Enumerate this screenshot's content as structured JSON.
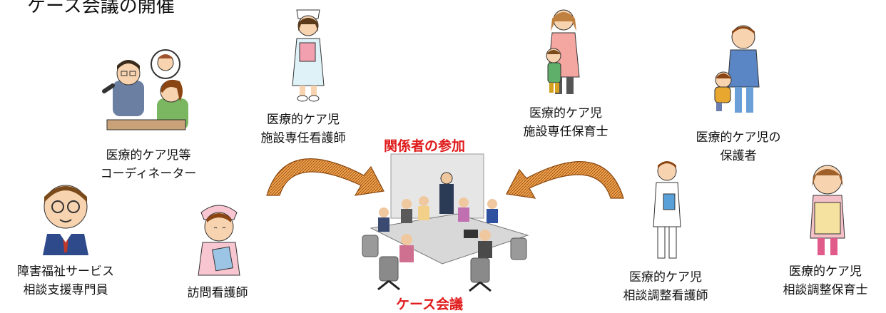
{
  "title": "ケース会議の開催",
  "participation_label": "関係者の参加",
  "meeting_label": "ケース会議",
  "participants": [
    {
      "lines": [
        "医療的ケア児等",
        "コーディネーター"
      ]
    },
    {
      "lines": [
        "医療的ケア児",
        "施設専任看護師"
      ]
    },
    {
      "lines": [
        "医療的ケア児",
        "施設専任保育士"
      ]
    },
    {
      "lines": [
        "医療的ケア児の",
        "保護者"
      ]
    },
    {
      "lines": [
        "障害福祉サービス",
        "相談支援専門員"
      ]
    },
    {
      "lines": [
        "訪問看護師"
      ]
    },
    {
      "lines": [
        "医療的ケア児",
        "相談調整看護師"
      ]
    },
    {
      "lines": [
        "医療的ケア児",
        "相談調整保育士"
      ]
    }
  ],
  "colors": {
    "accent_red": "#e01b1b",
    "arrow_orange": "#f0a04a",
    "arrow_dark": "#8c4a12"
  }
}
